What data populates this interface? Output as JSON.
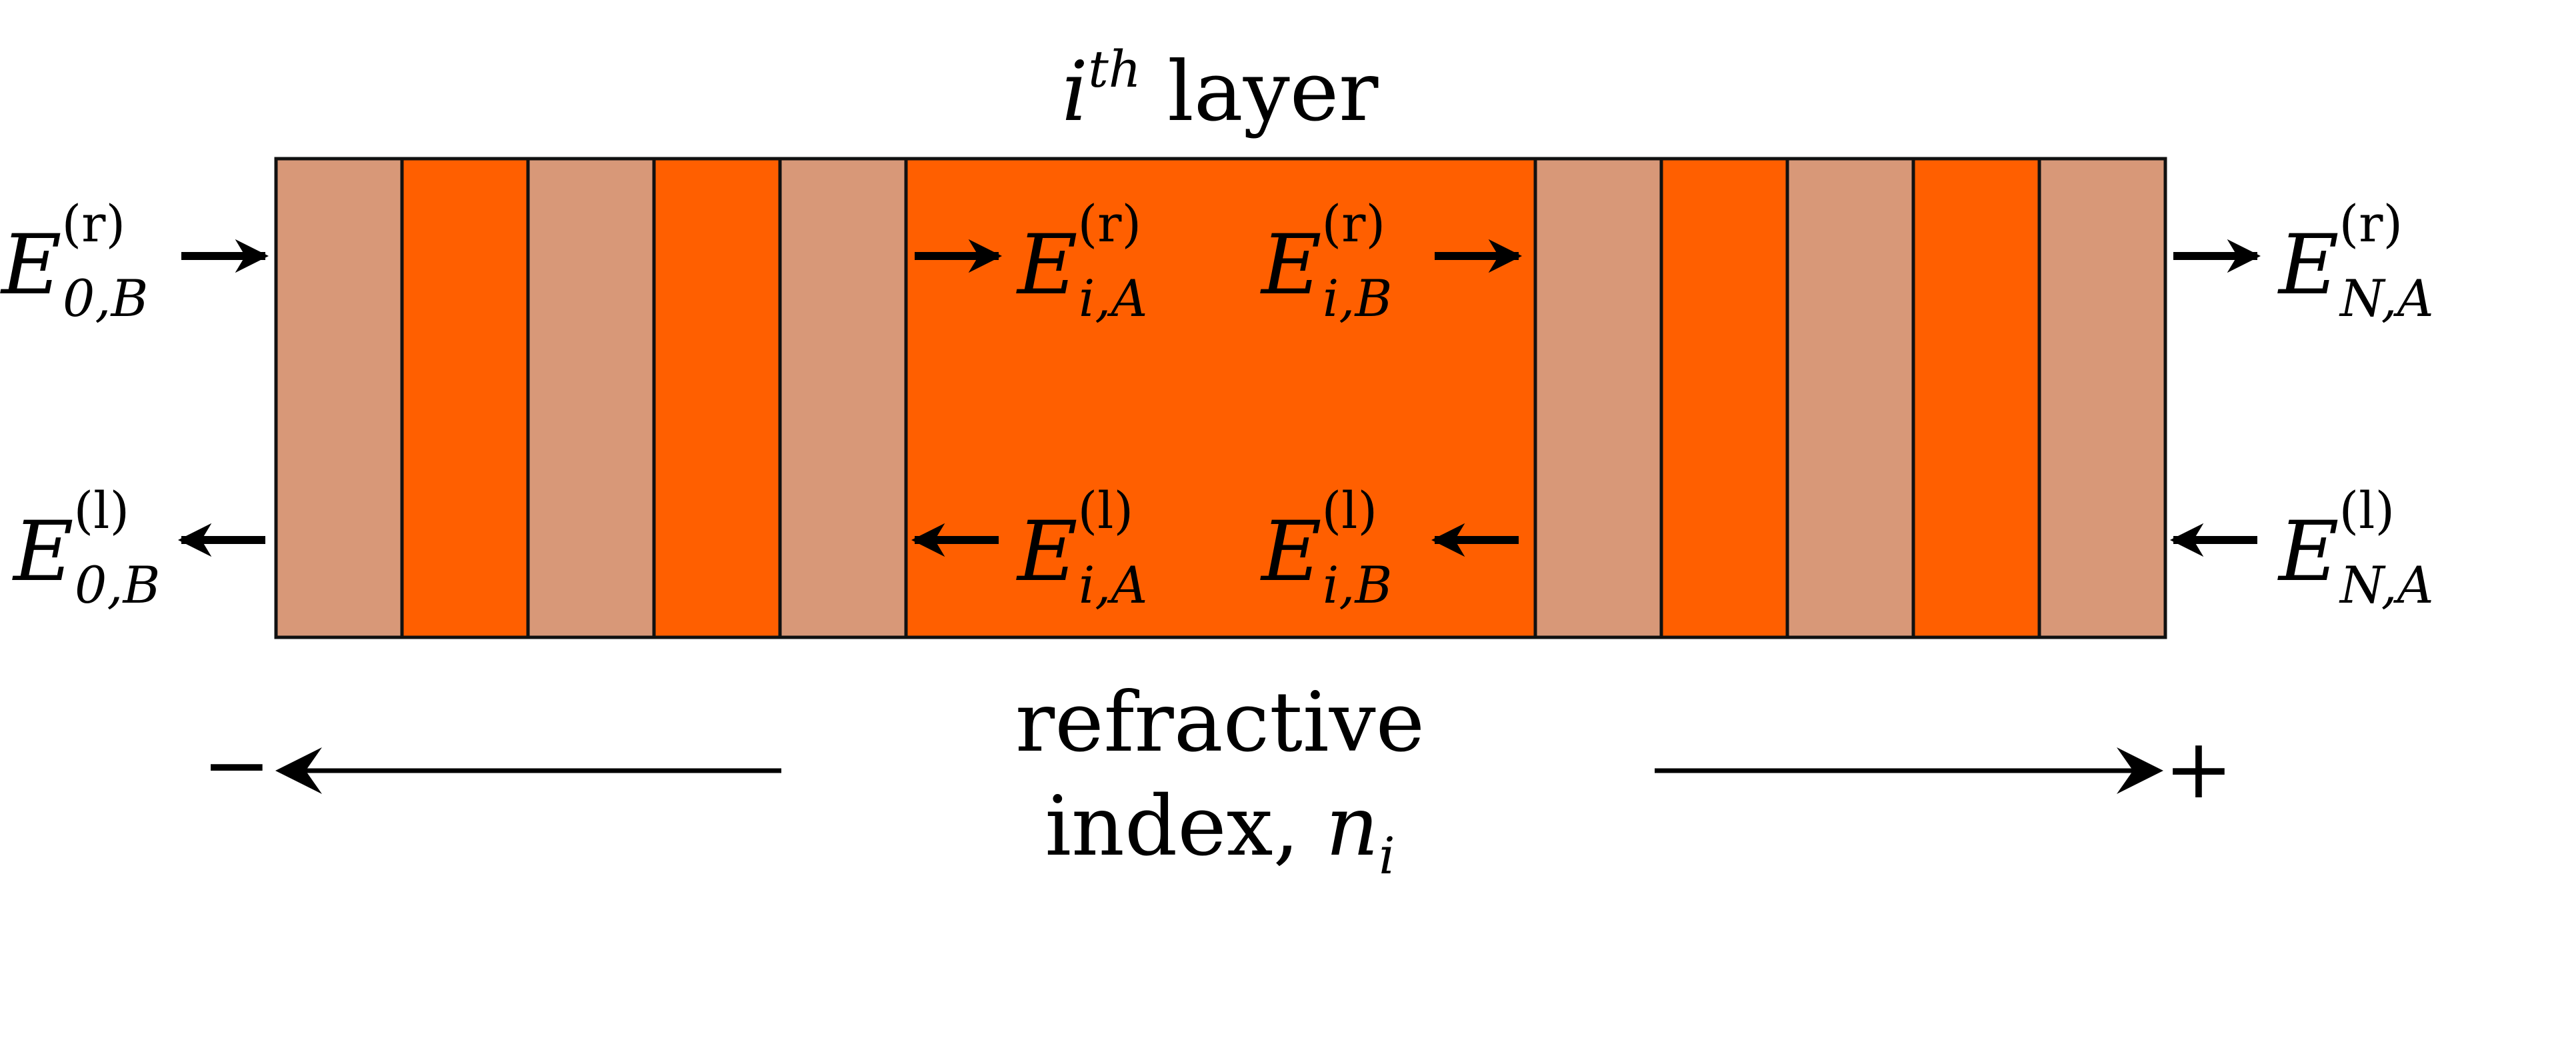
{
  "colors": {
    "light": "#d89878",
    "dark": "#ff5f00",
    "stroke": "#111111",
    "ink": "#000000"
  },
  "layers": [
    "light",
    "dark",
    "light",
    "dark",
    "light",
    "dark",
    "light",
    "dark",
    "light",
    "dark",
    "light"
  ],
  "wide_layer_index": 5,
  "title": {
    "base": "i",
    "sup": "th",
    "text": " layer"
  },
  "fields": [
    {
      "id": "e0b-r",
      "base": "E",
      "sup": "(r)",
      "sub": "0,B",
      "arrow": "right"
    },
    {
      "id": "e0b-l",
      "base": "E",
      "sup": "(l)",
      "sub": "0,B",
      "arrow": "left"
    },
    {
      "id": "eia-r",
      "base": "E",
      "sup": "(r)",
      "sub": "i,A",
      "arrow": "right"
    },
    {
      "id": "eia-l",
      "base": "E",
      "sup": "(l)",
      "sub": "i,A",
      "arrow": "left"
    },
    {
      "id": "eib-r",
      "base": "E",
      "sup": "(r)",
      "sub": "i,B",
      "arrow": "right"
    },
    {
      "id": "eib-l",
      "base": "E",
      "sup": "(l)",
      "sub": "i,B",
      "arrow": "left"
    },
    {
      "id": "ena-r",
      "base": "E",
      "sup": "(r)",
      "sub": "N,A",
      "arrow": "right"
    },
    {
      "id": "ena-l",
      "base": "E",
      "sup": "(l)",
      "sub": "N,A",
      "arrow": "left"
    }
  ],
  "axis": {
    "minus": "−",
    "plus": "+",
    "line1": "refractive",
    "line2": "index, ",
    "var_base": "n",
    "var_sub": "i"
  }
}
